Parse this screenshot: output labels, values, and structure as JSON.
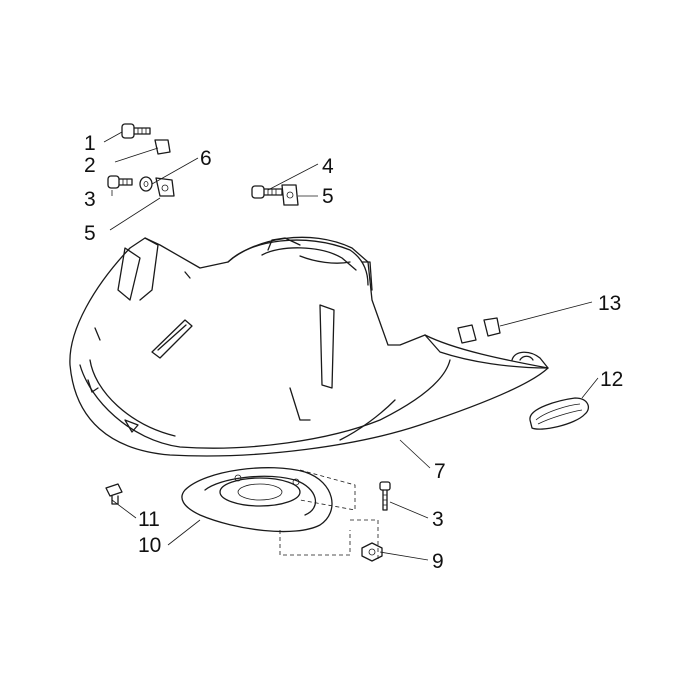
{
  "diagram": {
    "callouts": [
      {
        "id": "c1",
        "label": "1"
      },
      {
        "id": "c2",
        "label": "2"
      },
      {
        "id": "c3a",
        "label": "3"
      },
      {
        "id": "c6",
        "label": "6"
      },
      {
        "id": "c5a",
        "label": "5"
      },
      {
        "id": "c4",
        "label": "4"
      },
      {
        "id": "c5b",
        "label": "5"
      },
      {
        "id": "c13",
        "label": "13"
      },
      {
        "id": "c12",
        "label": "12"
      },
      {
        "id": "c7",
        "label": "7"
      },
      {
        "id": "c11",
        "label": "11"
      },
      {
        "id": "c3b",
        "label": "3"
      },
      {
        "id": "c10",
        "label": "10"
      },
      {
        "id": "c9",
        "label": "9"
      }
    ]
  }
}
